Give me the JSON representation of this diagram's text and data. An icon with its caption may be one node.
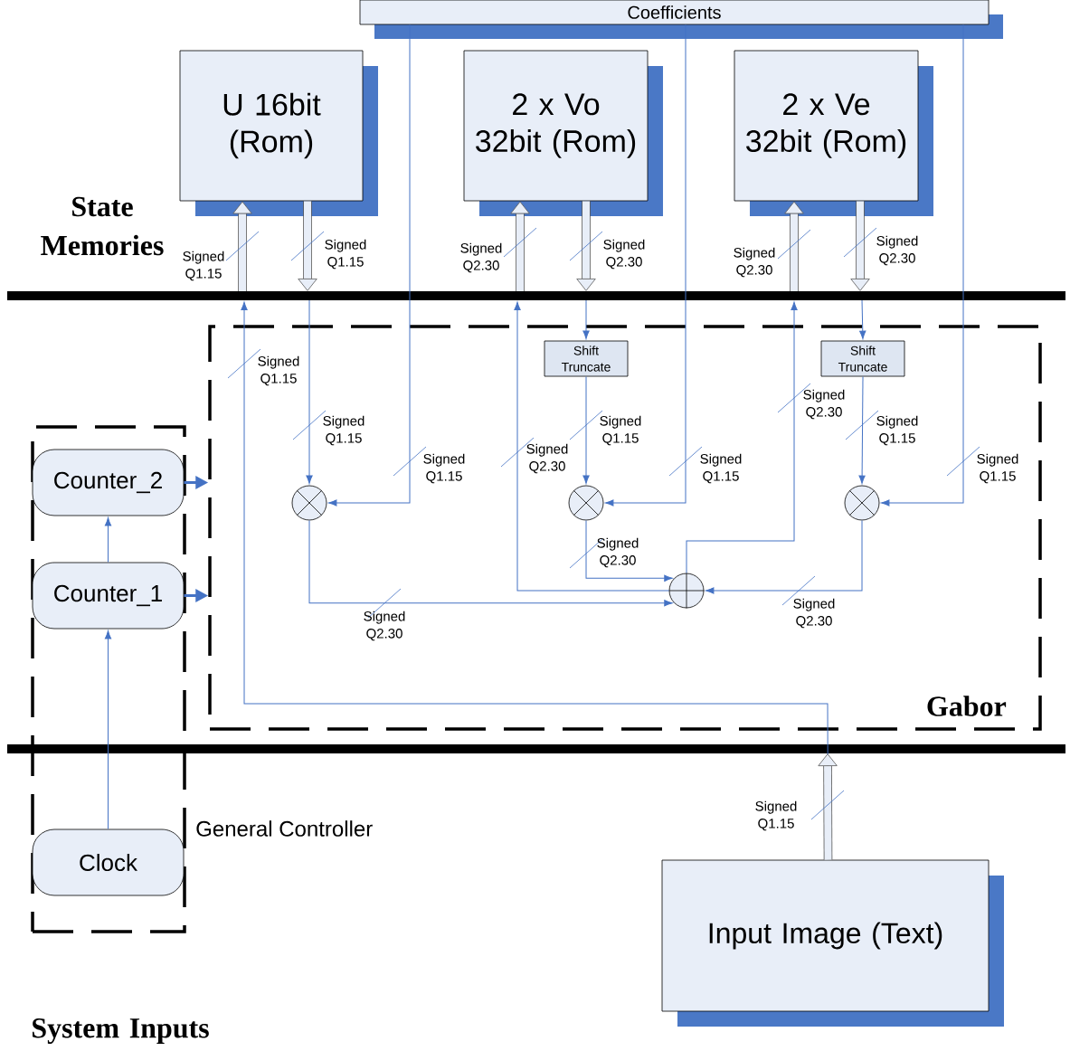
{
  "diagram": {
    "nodes": [
      {
        "text": [
          "Coefficients"
        ]
      },
      {
        "text": [
          "U 16bit (Rom)"
        ]
      },
      {
        "text": [
          "2 x Vo 32bit (Rom)"
        ]
      },
      {
        "text": [
          "2 x Ve 32bit (Rom)"
        ]
      },
      {
        "text": [
          "Gabor"
        ]
      },
      {
        "text": [
          "Shift Truncate"
        ],
        "in": 4
      },
      {
        "text": [
          "Shift Truncate"
        ],
        "in": 4
      },
      {
        "text": [],
        "shape": "circle",
        "in": 4
      },
      {
        "text": [],
        "shape": "circle",
        "in": 4
      },
      {
        "text": [],
        "shape": "circle",
        "in": 4
      },
      {
        "text": [],
        "shape": "circle",
        "in": 4
      },
      {
        "text": [
          "General Controller"
        ]
      },
      {
        "text": [
          "Counter_2"
        ],
        "in": 11
      },
      {
        "text": [
          "Counter_1"
        ],
        "in": 11
      },
      {
        "text": [
          "Clock"
        ],
        "in": 11
      },
      {
        "text": [
          "Input Image (Text)"
        ]
      }
    ],
    "edges": [
      {
        "from": null,
        "to": 1,
        "arrow": "to",
        "label": "Signed Q1.15",
        "style": "thick",
        "color": "#595959"
      },
      {
        "from": 1,
        "to": null,
        "arrow": "to",
        "label": "Signed Q1.15",
        "style": "thick",
        "color": "#595959"
      },
      {
        "from": null,
        "to": 2,
        "arrow": "to",
        "label": "Signed Q2.30",
        "style": "thick",
        "color": "#595959"
      },
      {
        "from": 2,
        "to": null,
        "arrow": "to",
        "label": "Signed Q2.30",
        "style": "thick",
        "color": "#595959"
      },
      {
        "from": null,
        "to": 3,
        "arrow": "to",
        "label": "Signed Q2.30",
        "style": "thick",
        "color": "#595959"
      },
      {
        "from": 3,
        "to": null,
        "arrow": "to",
        "label": "Signed Q2.30",
        "style": "thick",
        "color": "#595959"
      },
      {
        "from": null,
        "to": 7,
        "arrow": "to",
        "label": "Signed Q1.15"
      },
      {
        "from": 0,
        "to": 7,
        "arrow": "to",
        "label": "Signed Q1.15"
      },
      {
        "from": null,
        "to": 5,
        "arrow": "to"
      },
      {
        "from": 5,
        "to": 8,
        "arrow": "to",
        "label": "Signed Q1.15"
      },
      {
        "from": 0,
        "to": 8,
        "arrow": "to",
        "label": "Signed Q1.15"
      },
      {
        "from": null,
        "to": 6,
        "arrow": "to"
      },
      {
        "from": 6,
        "to": 9,
        "arrow": "to",
        "label": "Signed Q1.15"
      },
      {
        "from": 0,
        "to": 9,
        "arrow": "to",
        "label": "Signed Q1.15"
      },
      {
        "from": 7,
        "to": 10,
        "arrow": "to",
        "label": "Signed Q2.30"
      },
      {
        "from": 8,
        "to": 10,
        "arrow": "to",
        "label": "Signed Q2.30"
      },
      {
        "from": 9,
        "to": 10,
        "arrow": "to",
        "label": "Signed Q2.30"
      },
      {
        "from": 10,
        "to": null,
        "arrow": "to",
        "label": "Signed Q2.30"
      },
      {
        "from": 10,
        "to": null,
        "arrow": "to",
        "label": "Signed Q2.30"
      },
      {
        "from": 15,
        "to": null,
        "arrow": "to",
        "label": "Signed Q1.15",
        "style": "thick",
        "color": "#595959"
      },
      {
        "from": 15,
        "to": null,
        "arrow": "to",
        "label": "Signed Q1.15"
      },
      {
        "from": 14,
        "to": 13,
        "arrow": "to"
      },
      {
        "from": 13,
        "to": 12,
        "arrow": "to"
      },
      {
        "from": 12,
        "to": 4,
        "arrow": "to",
        "style": "thick"
      },
      {
        "from": 13,
        "to": 4,
        "arrow": "to",
        "style": "thick"
      }
    ],
    "labels": [
      "State Memories",
      "System Inputs"
    ]
  }
}
